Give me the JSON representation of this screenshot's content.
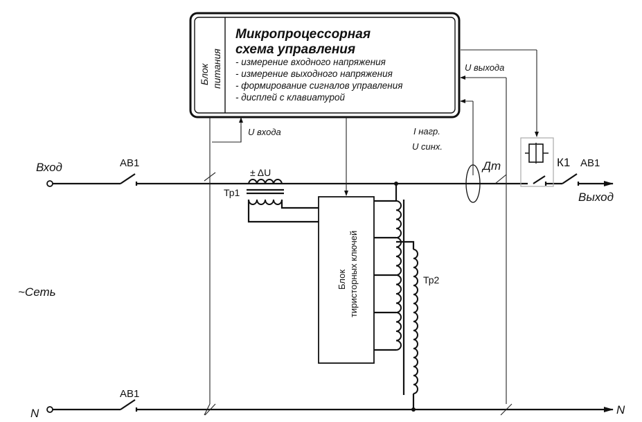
{
  "mcu": {
    "title_line1": "Микропроцессорная",
    "title_line2": "схема управления",
    "items": [
      "- измерение входного напряжения",
      "- измерение выходного напряжения",
      "- формирование сигналов управления",
      "- дисплей с клавиатурой"
    ],
    "power_line1": "Блок",
    "power_line2": "питания"
  },
  "labels": {
    "input": "Вход",
    "output": "Выход",
    "neutral_left": "N",
    "neutral_right": "N",
    "mains": "~Сеть",
    "ab1_top_left": "АВ1",
    "ab1_top_right": "АВ1",
    "ab1_bottom": "АВ1",
    "k1": "К1",
    "tr1": "Тр1",
    "tr2": "Тр2",
    "delta_u": "± ΔU",
    "dt": "Дт",
    "u_in": "U входа",
    "u_out": "U выхода",
    "i_load": "I нагр.",
    "u_sync": "U синх."
  },
  "thyristor_block": {
    "line1": "Блок",
    "line2": "тиристорных ключей"
  }
}
